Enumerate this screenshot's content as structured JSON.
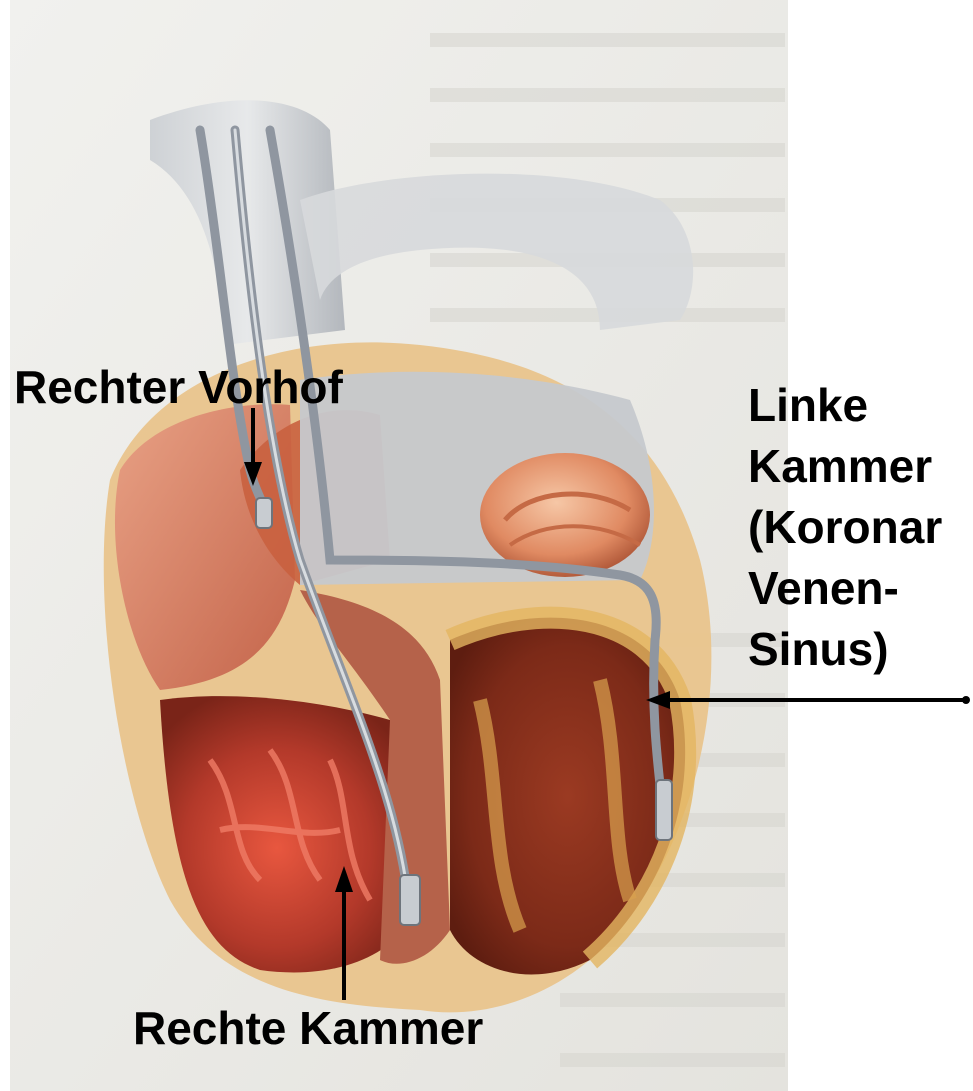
{
  "labels": {
    "right_atrium": "Rechter Vorhof",
    "right_ventricle": "Rechte Kammer",
    "left_ventricle_lines": [
      "Linke",
      "Kammer",
      "(Koronar",
      "Venen-",
      "Sinus)"
    ]
  },
  "colors": {
    "page_background": "#ecebe6",
    "muscle_dark": "#8a2a1c",
    "muscle_light": "#d9876a",
    "muscle_highlight": "#e6a67e",
    "vessel_grey": "#b9bdc2",
    "lead_wire": "#8f96a0",
    "fat_yellow": "#e8c27a",
    "arrow": "#000000",
    "label_text": "#000000"
  },
  "icons": {
    "arrow_right_atrium": "arrow-down-icon",
    "arrow_right_ventricle": "arrow-up-icon",
    "arrow_left_ventricle": "arrow-left-icon"
  }
}
